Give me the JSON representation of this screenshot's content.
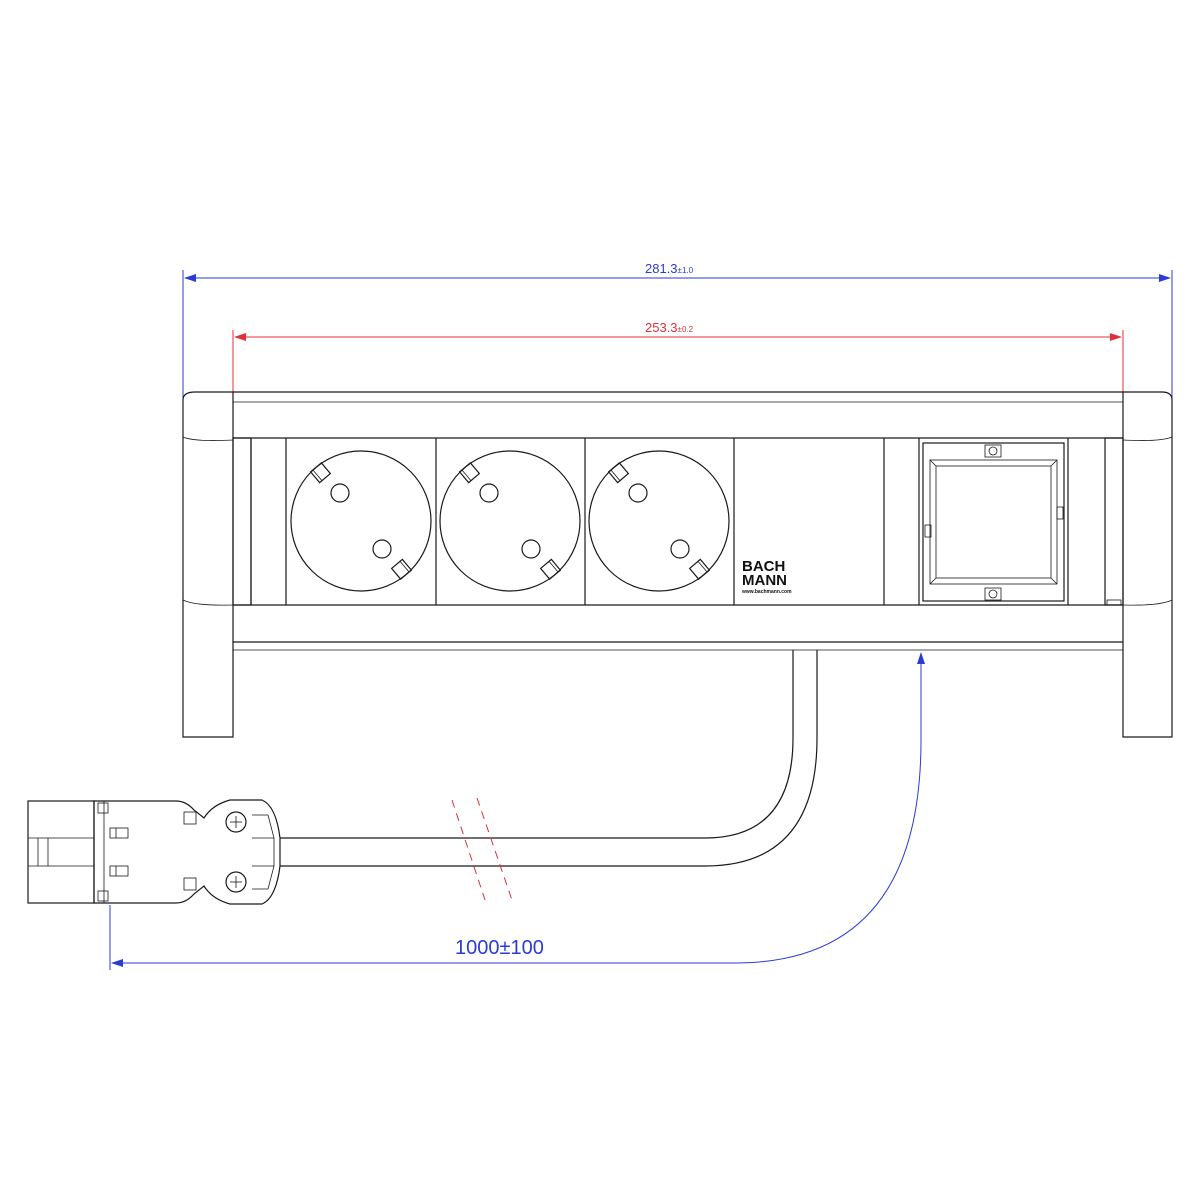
{
  "dimensions": {
    "overall_width": {
      "value": "281.3",
      "tolerance": "±1.0"
    },
    "inner_width": {
      "value": "253.3",
      "tolerance": "±0.2"
    },
    "cable_length": {
      "label": "1000±100"
    }
  },
  "logo": {
    "line1": "BACH",
    "line2": "MANN",
    "url": "www.bachmann.com"
  },
  "colors": {
    "dimension_outer": "#2b3bd6",
    "dimension_inner": "#e0303a",
    "outline": "#1a1a1a"
  }
}
